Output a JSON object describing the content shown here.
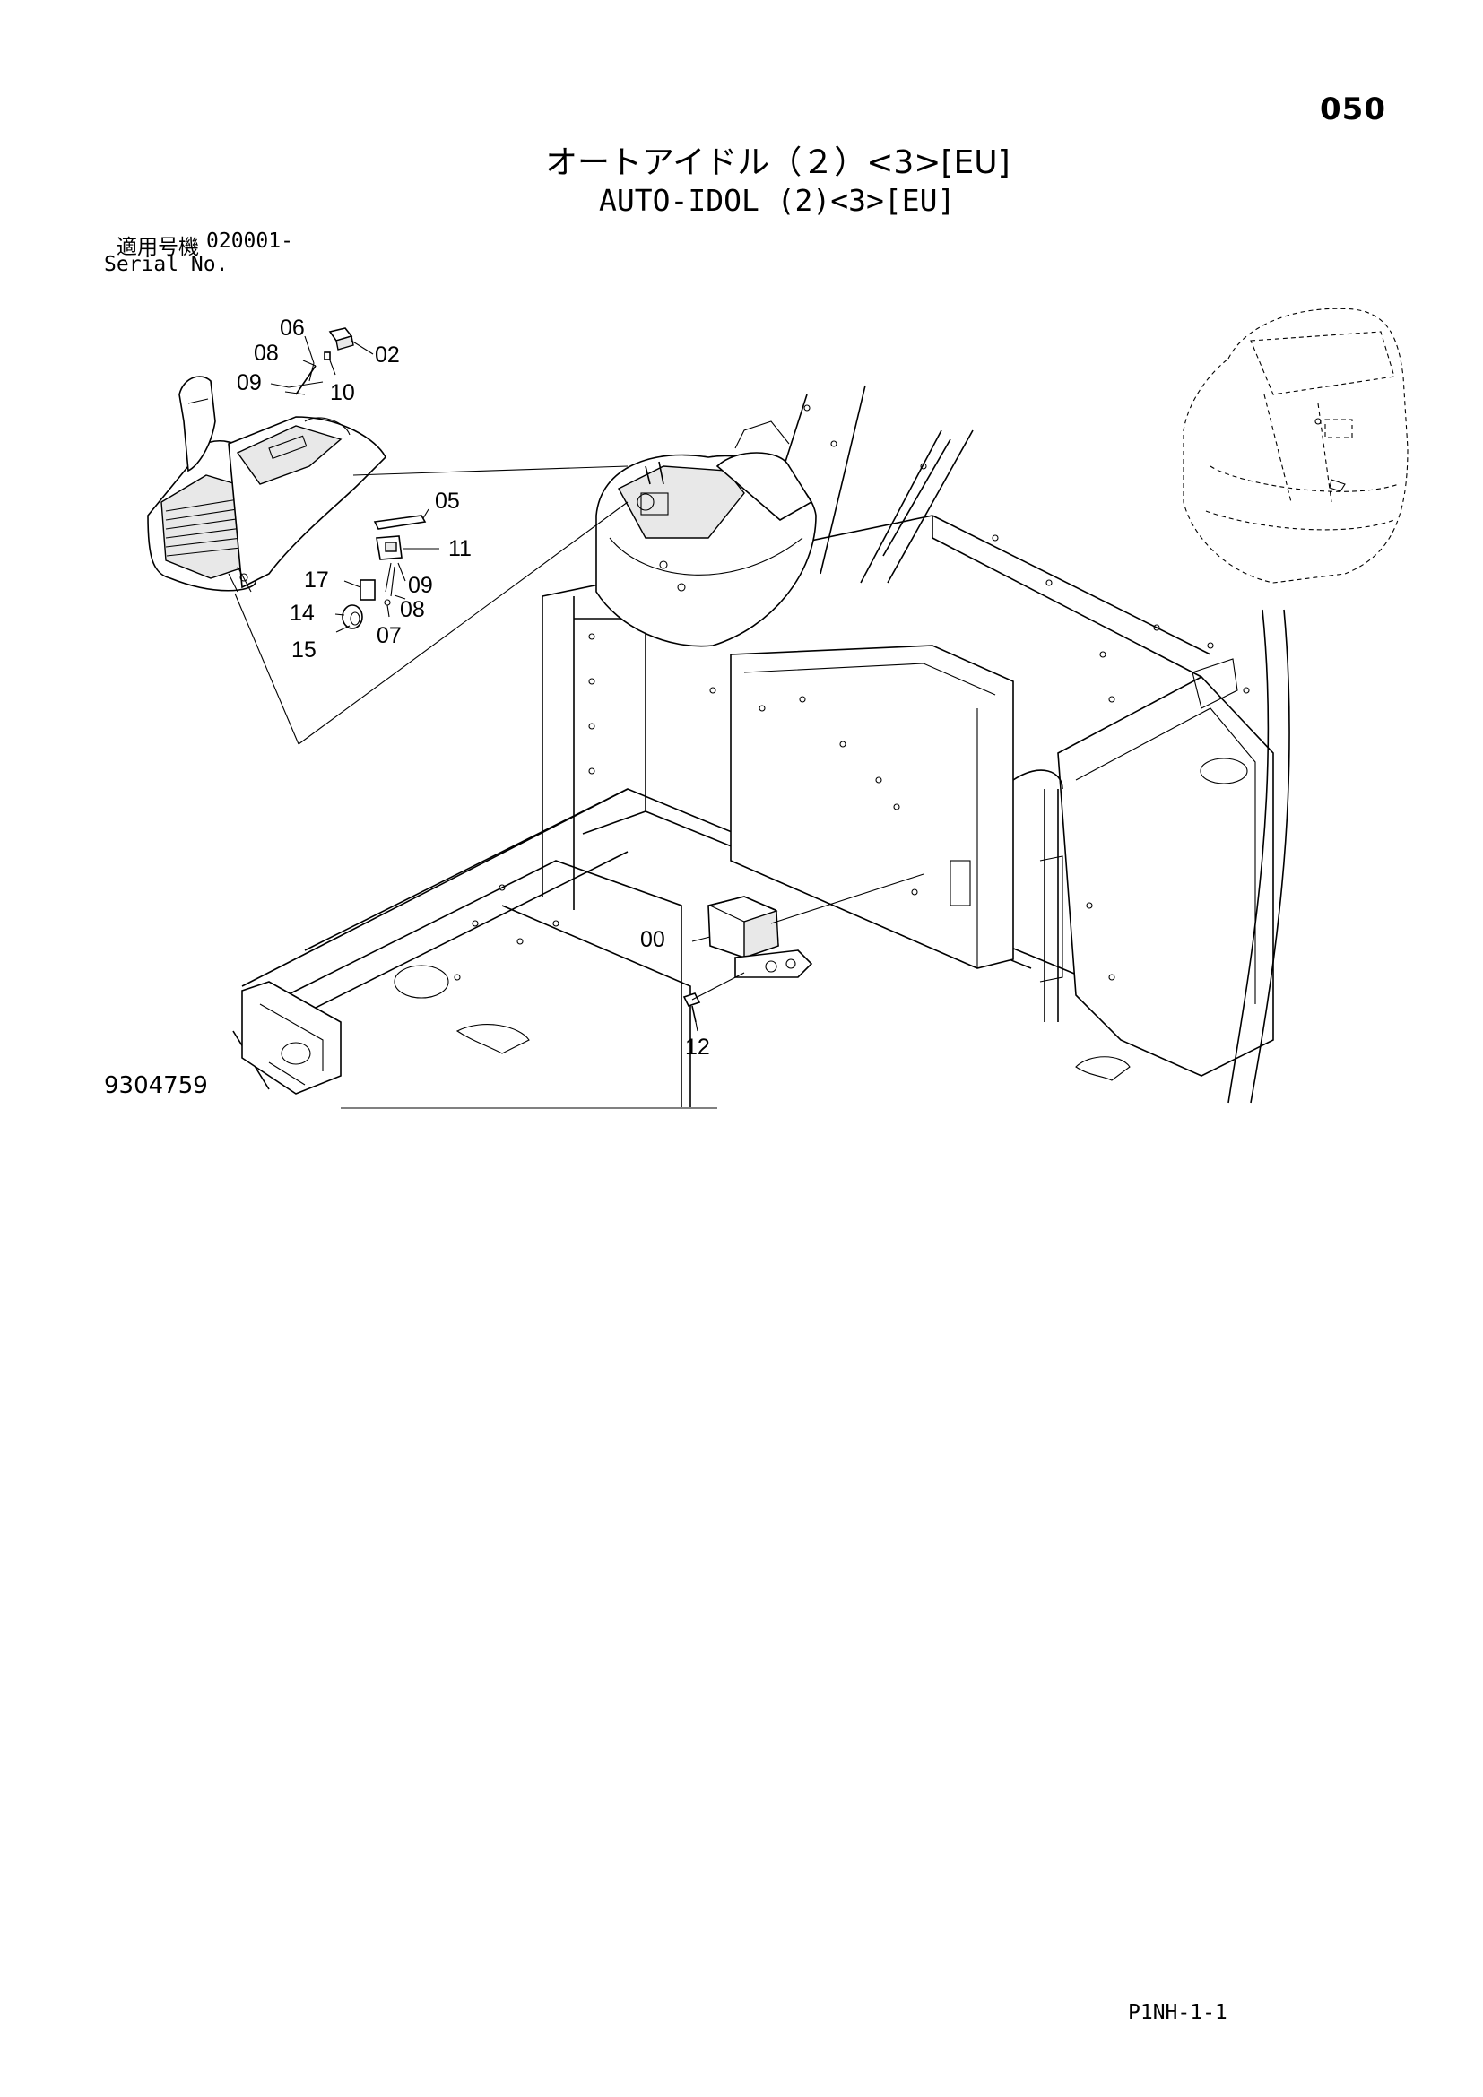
{
  "header": {
    "page_number": "050",
    "title_ja": "オートアイドル（２）<3>[EU]",
    "title_en": "AUTO-IDOL (2)<3>[EU]",
    "serial_label_ja": "適用号機",
    "serial_value": "020001-",
    "serial_label_en": "Serial No."
  },
  "diagram": {
    "drawing_number": "9304759",
    "part_labels": [
      "06",
      "02",
      "08",
      "10",
      "09",
      "05",
      "11",
      "17",
      "09",
      "14",
      "08",
      "15",
      "07",
      "00",
      "12"
    ]
  },
  "footer": {
    "page_code": "P1NH-1-1"
  }
}
